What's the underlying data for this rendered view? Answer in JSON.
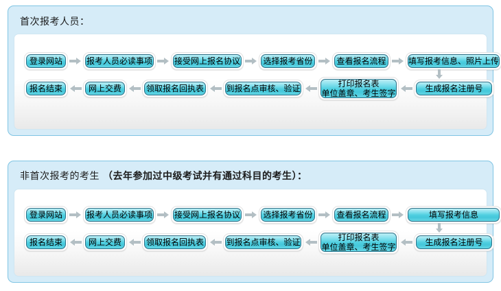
{
  "panels": [
    {
      "key": "first-time-applicants",
      "title": "首次报考人员：",
      "title_plain": "首次报考人员：",
      "title_bold": "",
      "row_top": [
        {
          "label": "登录网站",
          "width": 64
        },
        {
          "label": "报考人员必读事项",
          "width": 106
        },
        {
          "label": "接受网上报名协议",
          "width": 106
        },
        {
          "label": "选择报考省份",
          "width": 85
        },
        {
          "label": "查看报名流程",
          "width": 85
        },
        {
          "label": "填写报考信息、照片上传",
          "width": 140
        }
      ],
      "row_bottom": [
        {
          "label": "报名结束",
          "width": 64
        },
        {
          "label": "网上交费",
          "width": 64
        },
        {
          "label": "领取报名回执表",
          "width": 96
        },
        {
          "label": "到报名点审核、验证",
          "width": 117
        },
        {
          "label_line1": "打印报名表",
          "label_line2": "单位盖章、考生签字",
          "width": 117,
          "tall": true
        },
        {
          "label": "生成报名注册号",
          "width": 117
        }
      ]
    },
    {
      "key": "repeat-applicants",
      "title": "非首次报考的考生（去年参加过中级考试并有通过科目的考生）：",
      "title_plain": "非首次报考的考生 ",
      "title_bold": "（去年参加过中级考试并有通过科目的考生）：",
      "row_top": [
        {
          "label": "登录网站",
          "width": 64
        },
        {
          "label": "报考人员必读事项",
          "width": 106
        },
        {
          "label": "接受网上报名协议",
          "width": 106
        },
        {
          "label": "选择报考省份",
          "width": 85
        },
        {
          "label": "查看报名流程",
          "width": 85
        },
        {
          "label": "填写报考信息",
          "width": 140
        }
      ],
      "row_bottom": [
        {
          "label": "报名结束",
          "width": 64
        },
        {
          "label": "网上交费",
          "width": 64
        },
        {
          "label": "领取报名回执表",
          "width": 96
        },
        {
          "label": "到报名点审核、验证",
          "width": 117
        },
        {
          "label_line1": "打印报名表",
          "label_line2": "单位盖章、考生签字",
          "width": 117,
          "tall": true
        },
        {
          "label": "生成报名注册号",
          "width": 117
        }
      ]
    }
  ],
  "icons": {
    "arrow_right": "arrow-right-icon",
    "arrow_left": "arrow-left-icon",
    "arrow_down": "arrow-down-icon"
  },
  "colors": {
    "panel_background": "#d6ecf8",
    "panel_border": "#7fc4e3",
    "node_fill_light": "#bdeef5",
    "node_fill_mid": "#4fcfe0",
    "node_border": "#2e6f86",
    "arrow": "#aab6bb",
    "text": "#000000"
  }
}
